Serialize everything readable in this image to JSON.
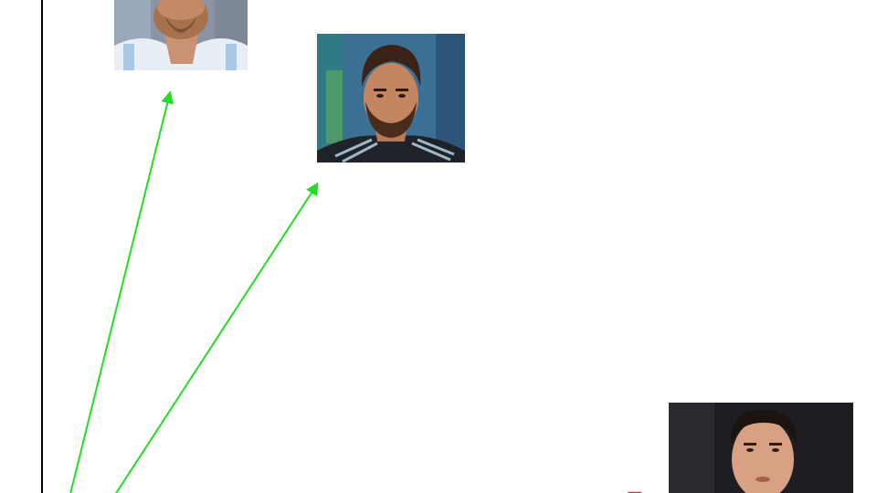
{
  "colors": {
    "similar_arrow": "#22dd22",
    "dissimilar_arrow": "#ee2244",
    "axis": "#000000"
  },
  "images": [
    {
      "subject": "face-photo-argentina-shirt",
      "group": "similar"
    },
    {
      "subject": "face-photo-dark-striped-shirt",
      "group": "similar"
    },
    {
      "subject": "face-photo-dark-background",
      "group": "dissimilar"
    }
  ],
  "arrows": [
    {
      "from": "anchor",
      "to": "photo-1",
      "color": "similar_arrow"
    },
    {
      "from": "anchor",
      "to": "photo-2",
      "color": "similar_arrow"
    },
    {
      "from": "anchor",
      "to": "photo-3",
      "color": "dissimilar_arrow"
    }
  ]
}
